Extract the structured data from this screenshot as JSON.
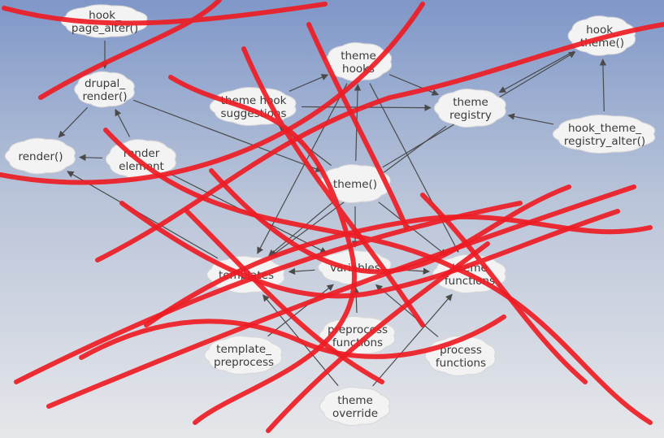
{
  "diagram": {
    "nodes": {
      "hook_page_alter": [
        "hook_",
        "page_alter()"
      ],
      "drupal_render": [
        "drupal_",
        "render()"
      ],
      "render": [
        "render()"
      ],
      "render_element": [
        "render",
        "element"
      ],
      "theme_hook_suggestions": [
        "theme hook",
        "suggestions"
      ],
      "theme_hooks": [
        "theme",
        "hooks"
      ],
      "theme_registry": [
        "theme",
        "registry"
      ],
      "hook_theme": [
        "hook_",
        "theme()"
      ],
      "hook_theme_registry_alter": [
        "hook_theme_",
        "registry_alter()"
      ],
      "theme_fn": [
        "theme()"
      ],
      "templates": [
        "templates"
      ],
      "variables": [
        "variables"
      ],
      "theme_functions": [
        "theme",
        "functions"
      ],
      "template_preprocess": [
        "template_",
        "preprocess"
      ],
      "preprocess_functions": [
        "preprocess",
        "functions"
      ],
      "process_functions": [
        "process",
        "functions"
      ],
      "theme_override": [
        "theme",
        "override"
      ]
    }
  },
  "colors": {
    "background_top": "#7f97c8",
    "background_bottom": "#e6e7ea",
    "cloud_fill": "#f3f3f3",
    "edge": "#4a4a4a",
    "scribble": "#ee1c24"
  }
}
